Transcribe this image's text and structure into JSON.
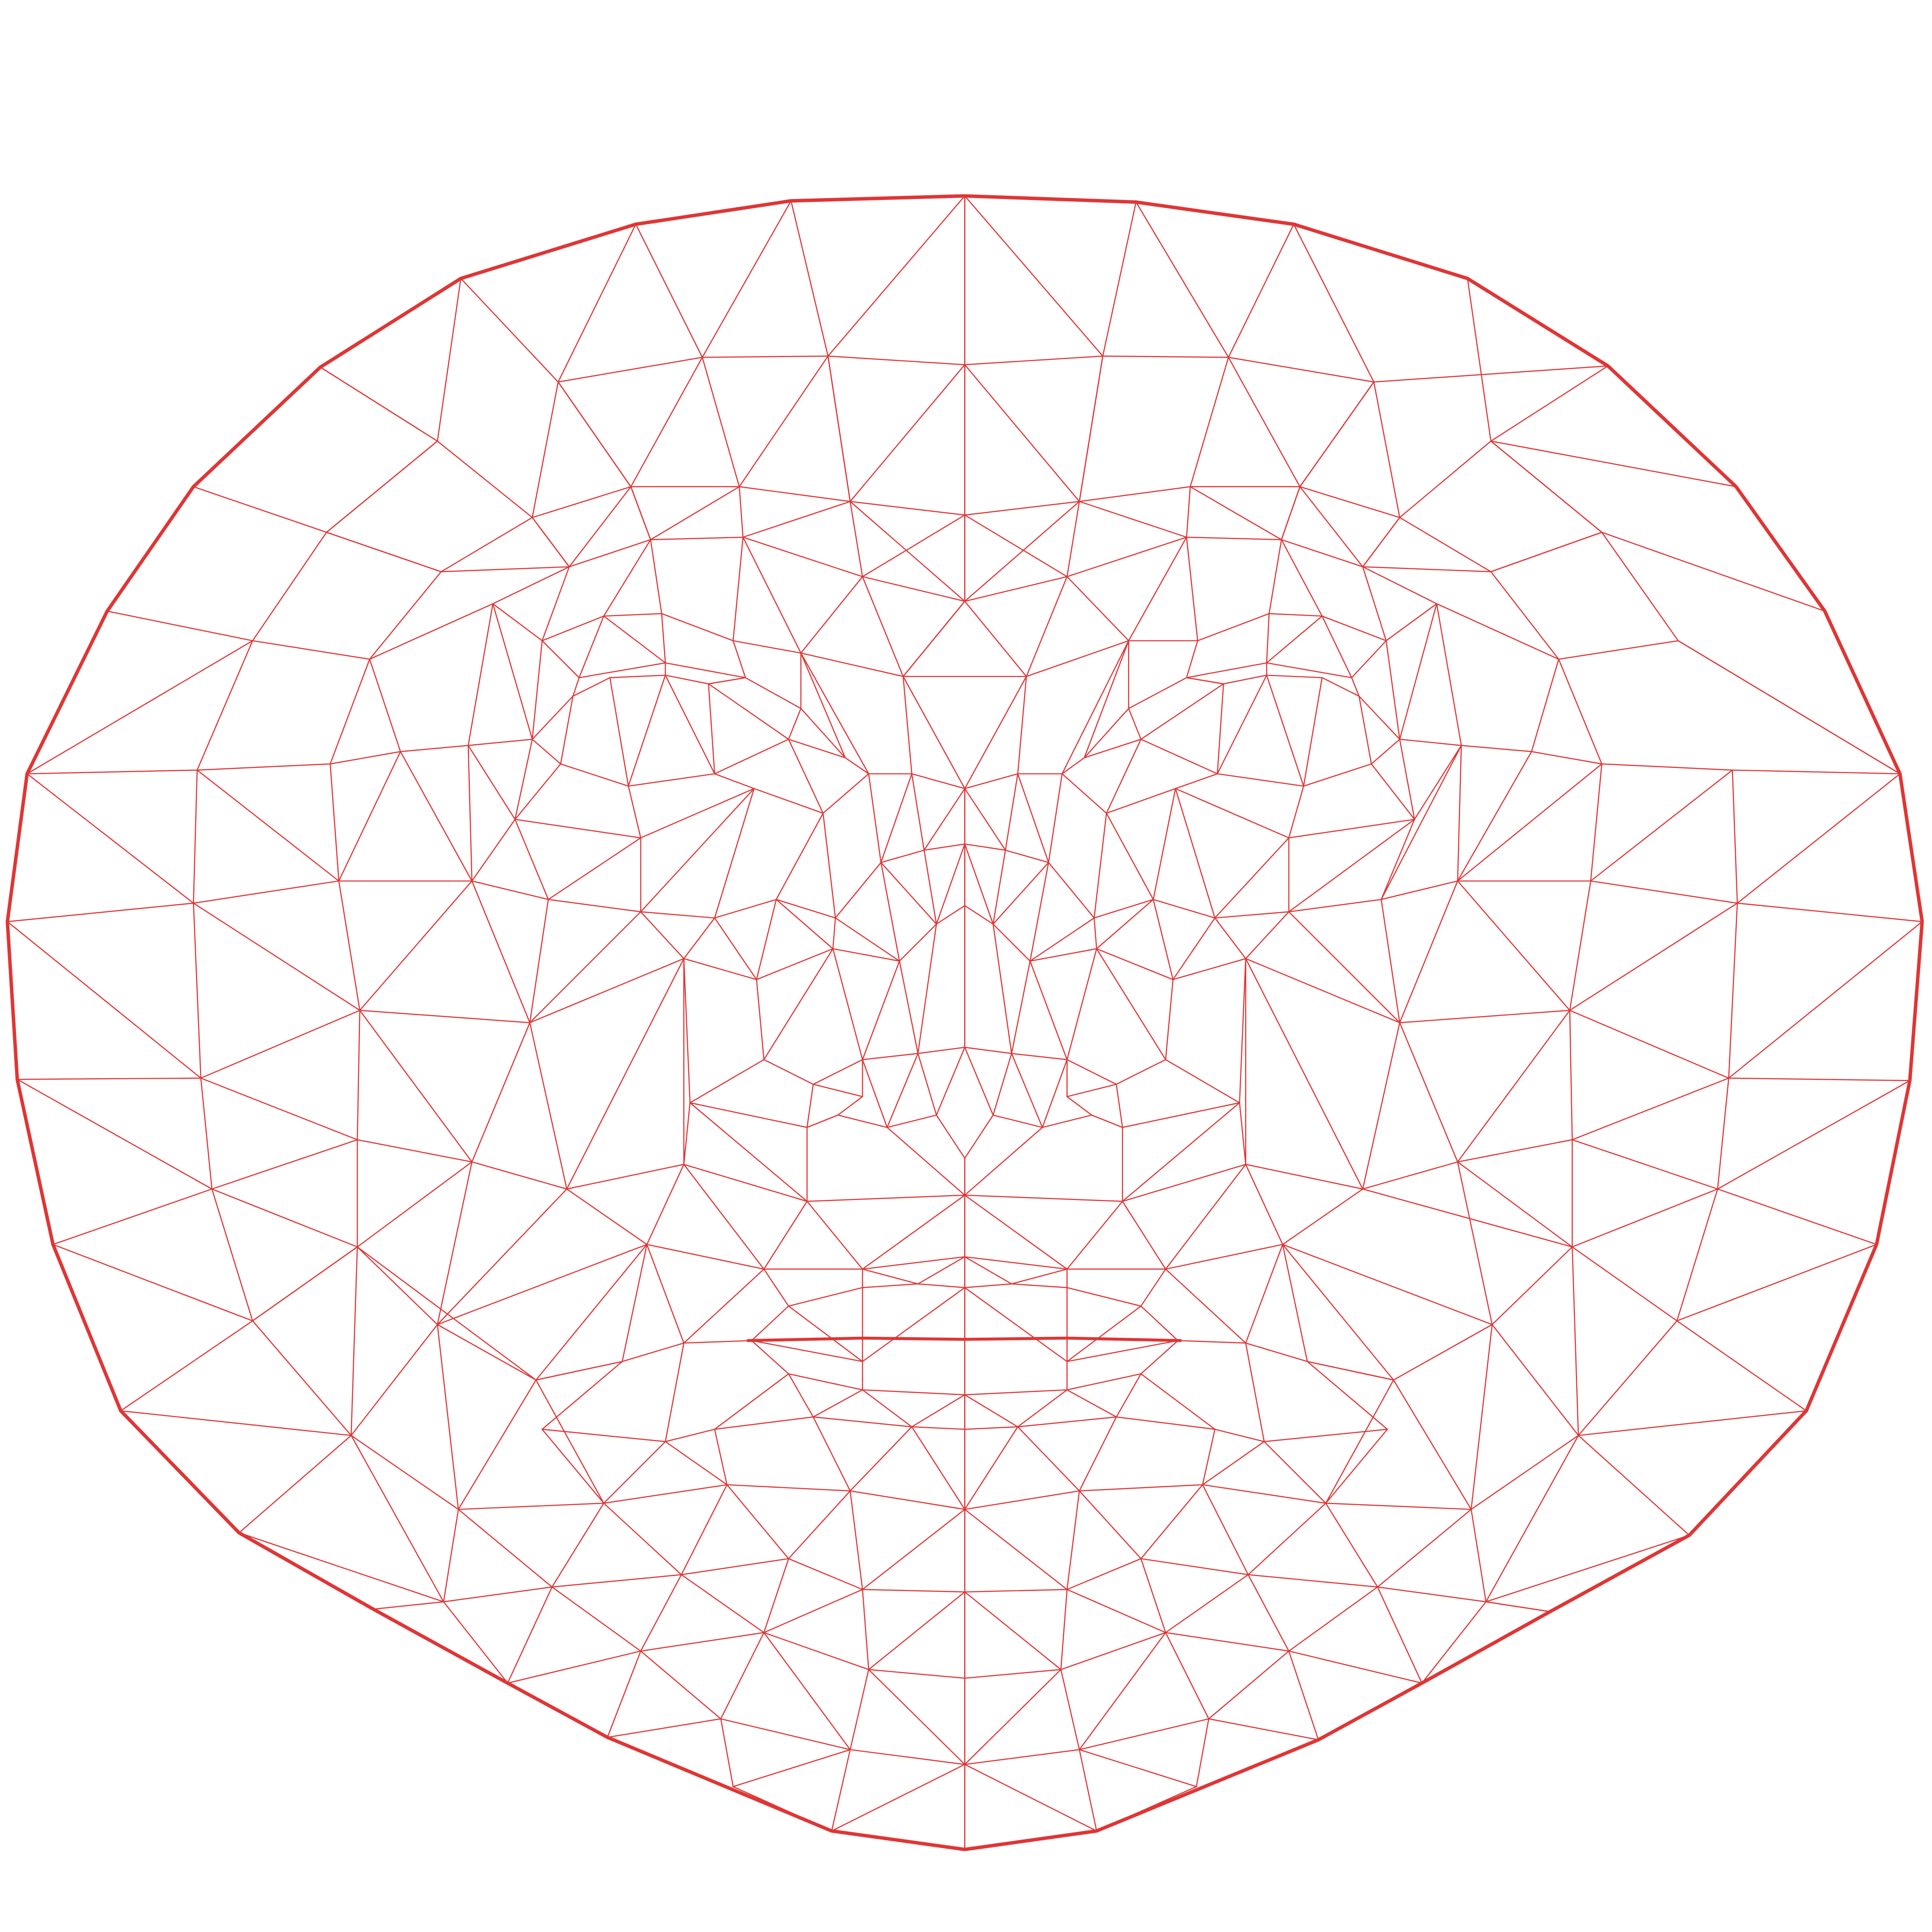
{
  "diagram": {
    "kind": "face-mesh-wireframe",
    "background": "#ffffff",
    "line_color": "#e03535",
    "regions": [
      "face-outline",
      "forehead",
      "left-eye",
      "right-eye",
      "nose",
      "mouth",
      "chin"
    ]
  }
}
